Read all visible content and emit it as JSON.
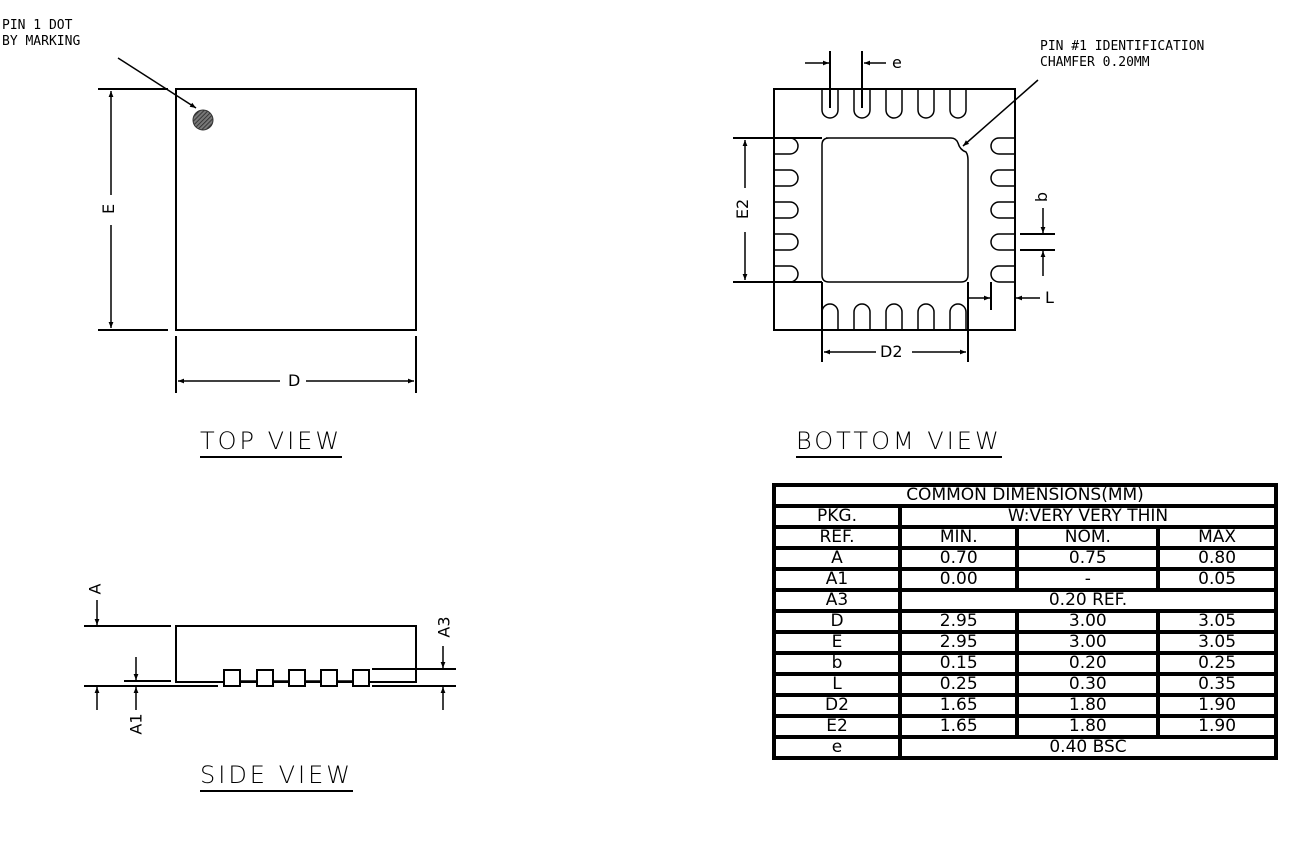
{
  "top_view": {
    "title": "TOP VIEW",
    "pin1_note_line1": "PIN 1 DOT",
    "pin1_note_line2": "BY MARKING",
    "dim_E": "E",
    "dim_D": "D"
  },
  "bottom_view": {
    "title": "BOTTOM VIEW",
    "chamfer_note_line1": "PIN #1 IDENTIFICATION",
    "chamfer_note_line2": "CHAMFER 0.20MM",
    "dim_e": "e",
    "dim_E2": "E2",
    "dim_D2": "D2",
    "dim_b": "b",
    "dim_L": "L",
    "pads_per_side": 5
  },
  "side_view": {
    "title": "SIDE VIEW",
    "dim_A": "A",
    "dim_A1": "A1",
    "dim_A3": "A3"
  },
  "dimensions_table": {
    "title": "COMMON DIMENSIONS(MM)",
    "pkg_label": "PKG.",
    "pkg_value": "W:VERY VERY THIN",
    "headers": [
      "REF.",
      "MIN.",
      "NOM.",
      "MAX"
    ],
    "rows": [
      {
        "ref": "A",
        "min": "0.70",
        "nom": "0.75",
        "max": "0.80"
      },
      {
        "ref": "A1",
        "min": "0.00",
        "nom": "-",
        "max": "0.05"
      },
      {
        "ref": "A3",
        "span": "0.20 REF."
      },
      {
        "ref": "D",
        "min": "2.95",
        "nom": "3.00",
        "max": "3.05"
      },
      {
        "ref": "E",
        "min": "2.95",
        "nom": "3.00",
        "max": "3.05"
      },
      {
        "ref": "b",
        "min": "0.15",
        "nom": "0.20",
        "max": "0.25"
      },
      {
        "ref": "L",
        "min": "0.25",
        "nom": "0.30",
        "max": "0.35"
      },
      {
        "ref": "D2",
        "min": "1.65",
        "nom": "1.80",
        "max": "1.90"
      },
      {
        "ref": "E2",
        "min": "1.65",
        "nom": "1.80",
        "max": "1.90"
      },
      {
        "ref": "e",
        "span": "0.40 BSC"
      }
    ]
  }
}
